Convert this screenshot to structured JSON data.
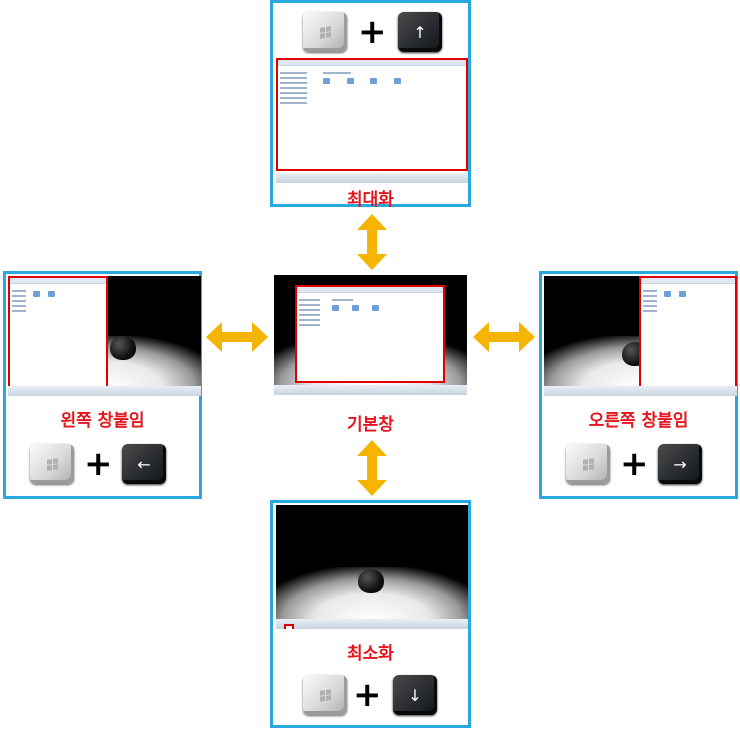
{
  "panels": {
    "top": {
      "label": "최대화",
      "arrow_key": "↑"
    },
    "left": {
      "label": "왼쪽 창붙임",
      "arrow_key": "←"
    },
    "center": {
      "label": "기본창"
    },
    "right": {
      "label": "오른쪽 창붙임",
      "arrow_key": "→"
    },
    "bottom": {
      "label": "최소화",
      "arrow_key": "↓"
    }
  },
  "plus_sign": "+",
  "colors": {
    "panel_border": "#29a8e0",
    "label": "#e8141b",
    "highlight": "#e00000",
    "arrow": "#f5b400"
  }
}
